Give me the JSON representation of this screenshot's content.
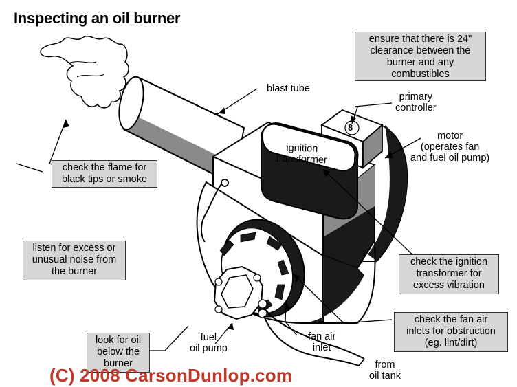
{
  "title": "Inspecting an oil burner",
  "callouts": {
    "clearance": "ensure that there is 24\"\nclearance between the\nburner and any\ncombustibles",
    "flame": "check the flame for\nblack tips or smoke",
    "noise": "listen for excess or\nunusual noise from\nthe burner",
    "vibration": "check the ignition\ntransformer for\nexcess vibration",
    "fan_air": "check the fan air\ninlets for obstruction\n(eg. lint/dirt)",
    "oil_leak": "look for oil\nbelow the\nburner"
  },
  "labels": {
    "blast_tube": "blast tube",
    "primary_controller": "primary\ncontroller",
    "motor": "motor\n(operates fan\nand fuel oil pump)",
    "ignition_transformer": "ignition\ntransformer",
    "fuel_oil_pump": "fuel\noil pump",
    "fan_air_inlet": "fan air\ninlet",
    "from_oil_tank": "from\noil tank",
    "controller_digit": "8"
  },
  "copyright": "(C) 2008 CarsonDunlop.com",
  "colors": {
    "callout_fill": "#d6d6d6",
    "copyright": "#c0392b",
    "shade_dark": "#1a1a1a",
    "shade_mid": "#8a8a8a"
  }
}
